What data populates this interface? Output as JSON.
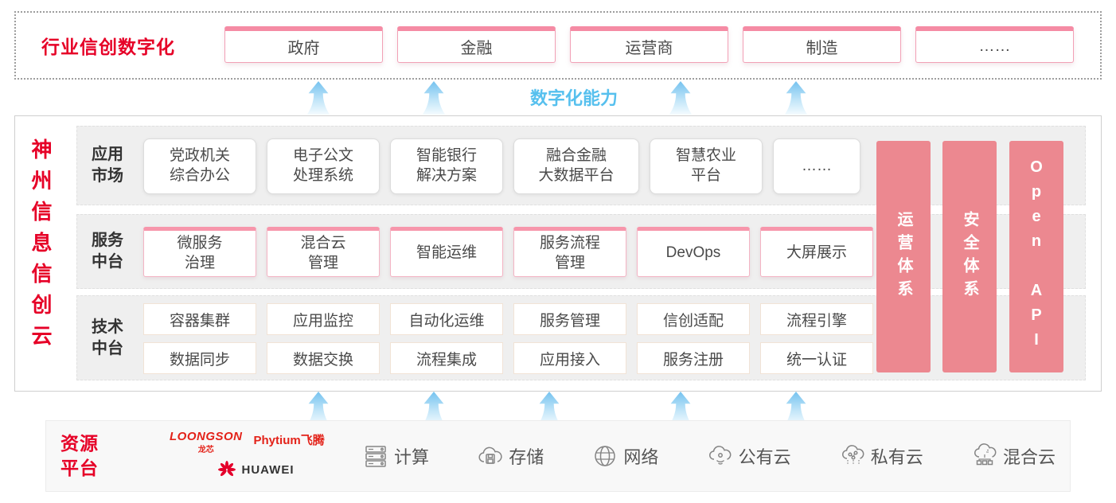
{
  "colors": {
    "brand_red": "#e60027",
    "pillar_pink": "#ec8890",
    "capability_blue": "#56c0ee"
  },
  "top": {
    "title": "行业信创数字化",
    "boxes": [
      "政府",
      "金融",
      "运营商",
      "制造",
      "……"
    ]
  },
  "capability_label": "数字化能力",
  "main": {
    "side_title": "神州信息信创云",
    "pillars": [
      "运营体系",
      "安全体系",
      "Open API"
    ],
    "rows": [
      {
        "label": "应用\n市场",
        "items": [
          "党政机关\n综合办公",
          "电子公文\n处理系统",
          "智能银行\n解决方案",
          "融合金融\n大数据平台",
          "智慧农业\n平台",
          "……"
        ]
      },
      {
        "label": "服务\n中台",
        "items": [
          "微服务\n治理",
          "混合云\n管理",
          "智能运维",
          "服务流程\n管理",
          "DevOps",
          "大屏展示"
        ]
      },
      {
        "label": "技术\n中台",
        "items_top": [
          "容器集群",
          "应用监控",
          "自动化运维",
          "服务管理",
          "信创适配",
          "流程引擎"
        ],
        "items_bottom": [
          "数据同步",
          "数据交换",
          "流程集成",
          "应用接入",
          "服务注册",
          "统一认证"
        ]
      }
    ]
  },
  "bottom": {
    "title": "资源\n平台",
    "vendors": {
      "loongson": "LOONGSON",
      "loongson_sub": "龙芯",
      "phytium": "Phytium飞腾",
      "huawei": "HUAWEI"
    },
    "resources": [
      {
        "icon": "server-icon",
        "label": "计算"
      },
      {
        "icon": "storage-cloud-icon",
        "label": "存储"
      },
      {
        "icon": "network-globe-icon",
        "label": "网络"
      },
      {
        "icon": "public-cloud-icon",
        "label": "公有云"
      },
      {
        "icon": "private-cloud-icon",
        "label": "私有云"
      },
      {
        "icon": "hybrid-cloud-icon",
        "label": "混合云"
      }
    ]
  }
}
